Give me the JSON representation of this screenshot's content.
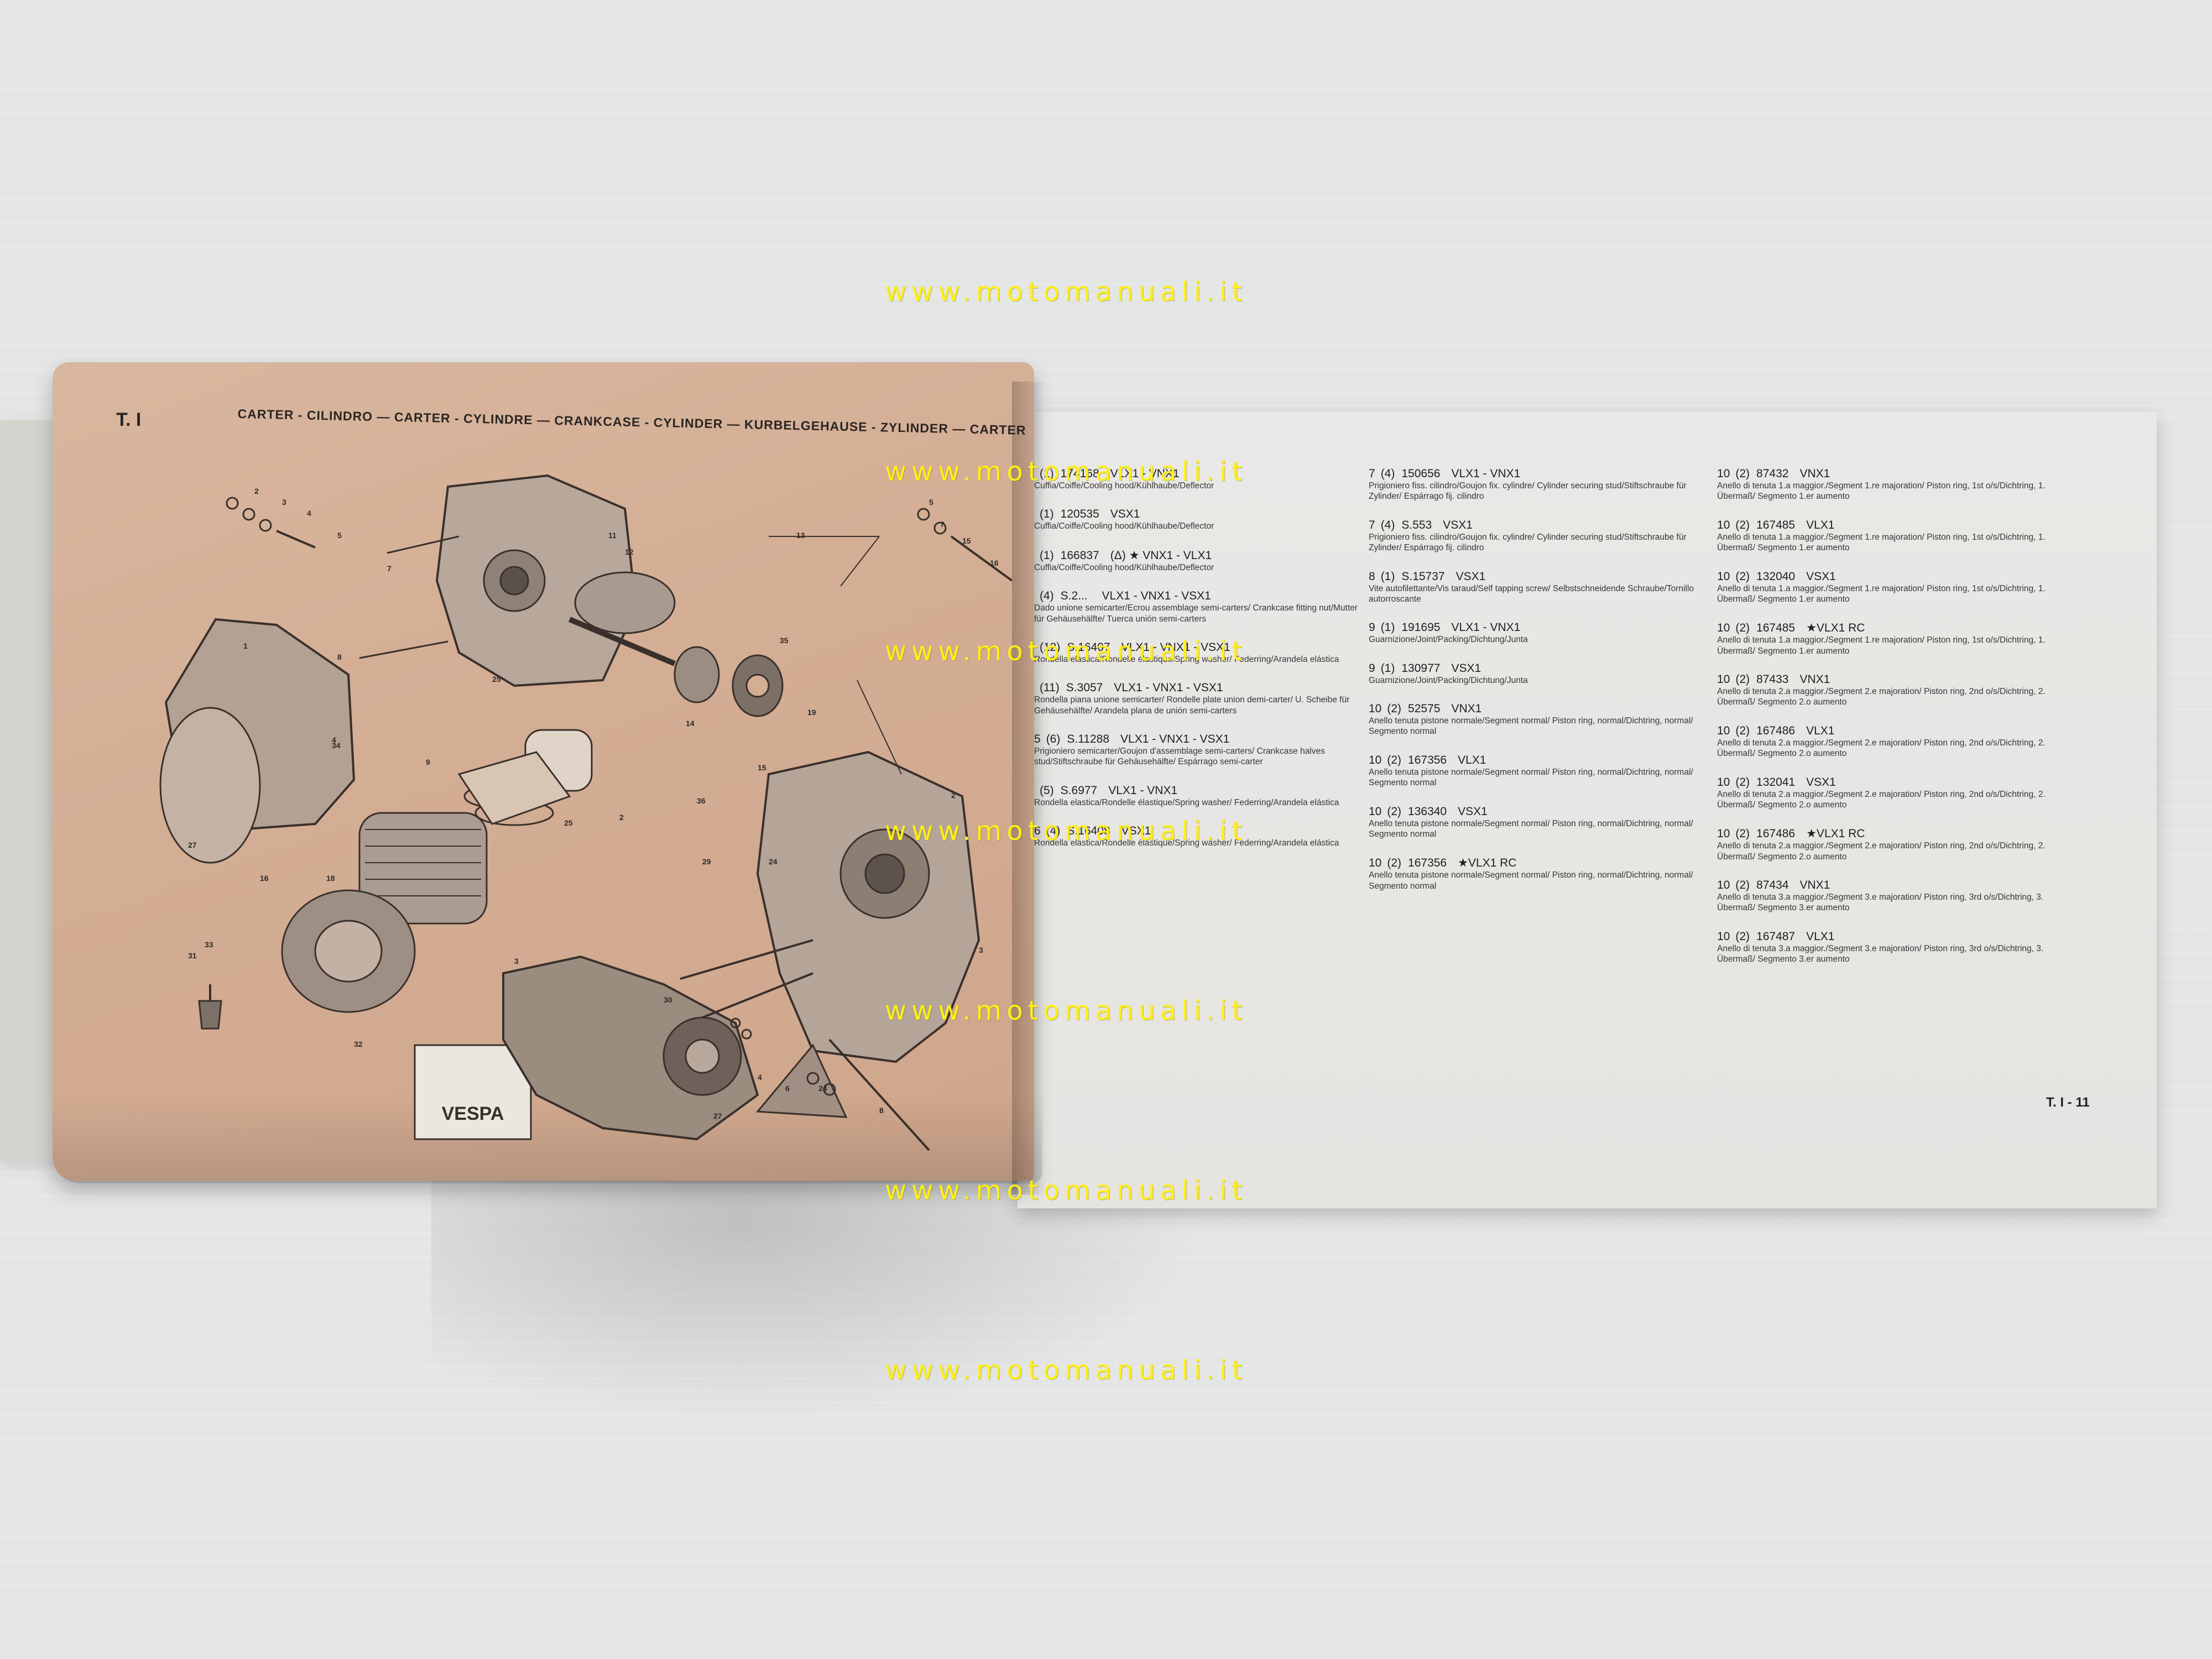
{
  "left_page": {
    "section_code": "T. I",
    "section_title": "CARTER - CILINDRO — CARTER - CYLINDRE — CRANKCASE - CYLINDER — KURBELGEHAUSE - ZYLINDER — CARTER - CILINDRO",
    "callouts": [
      "1",
      "2",
      "3",
      "4",
      "5",
      "7",
      "8",
      "9",
      "11",
      "12",
      "13",
      "14",
      "15",
      "16",
      "18",
      "19",
      "24",
      "25",
      "25",
      "27",
      "29",
      "30",
      "31",
      "32",
      "33",
      "34",
      "35",
      "36",
      "2",
      "3",
      "4",
      "5",
      "7",
      "15",
      "16",
      "2",
      "3",
      "4",
      "6",
      "24",
      "8",
      "27"
    ],
    "gasket_pack_text": "VESPA"
  },
  "right_page": {
    "page_number": "T. I - 11",
    "columns": [
      [
        {
          "ref": "",
          "qty": "(1)",
          "part": "174168",
          "models": "VLX1 - VNX1",
          "desc": "Cuffia/Coiffe/Cooling hood/Kühlhaube/Deflector"
        },
        {
          "ref": "",
          "qty": "(1)",
          "part": "120535",
          "models": "VSX1",
          "desc": "Cuffia/Coiffe/Cooling hood/Kühlhaube/Deflector"
        },
        {
          "ref": "",
          "qty": "(1)",
          "part": "166837",
          "models": "(Δ) ★ VNX1 - VLX1",
          "desc": "Cuffia/Coiffe/Cooling hood/Kühlhaube/Deflector"
        },
        {
          "ref": "",
          "qty": "(4)",
          "part": "S.2... ",
          "models": "VLX1 - VNX1 - VSX1",
          "desc": "Dado unione semicarter/Ecrou assemblage semi-carters/ Crankcase fitting nut/Mutter für Gehäusehälfte/ Tuerca unión semi-carters"
        },
        {
          "ref": "",
          "qty": "(12)",
          "part": "S.16407",
          "models": "VLX1 - VNX1 - VSX1",
          "desc": "Rondella elastica/Rondelle élastique/Spring washer/ Federring/Arandela elástica"
        },
        {
          "ref": "",
          "qty": "(11)",
          "part": "S.3057",
          "models": "VLX1 - VNX1 - VSX1",
          "desc": "Rondella piana unione semicarter/ Rondelle plate union demi-carter/ U. Scheibe für Gehäusehälfte/ Arandela plana de unión semi-carters"
        },
        {
          "ref": "5",
          "qty": "(6)",
          "part": "S.11288",
          "models": "VLX1 - VNX1 - VSX1",
          "desc": "Prigioniero semicarter/Goujon d'assemblage semi-carters/ Crankcase halves stud/Stiftschraube für Gehäusehälfte/ Espárrago semi-carter"
        },
        {
          "ref": "",
          "qty": "(5)",
          "part": "S.6977",
          "models": "VLX1 - VNX1",
          "desc": "Rondella elastica/Rondelle élastique/Spring washer/ Federring/Arandela elástica"
        },
        {
          "ref": "6",
          "qty": "(4)",
          "part": "S.16408",
          "models": "VSX1",
          "desc": "Rondella elastica/Rondelle élastique/Spring washer/ Federring/Arandela elástica"
        }
      ],
      [
        {
          "ref": "7",
          "qty": "(4)",
          "part": "150656",
          "models": "VLX1 - VNX1",
          "desc": "Prigioniero fiss. cilindro/Goujon fix. cylindre/ Cylinder securing stud/Stiftschraube für Zylinder/ Espárrago fij. cilindro"
        },
        {
          "ref": "7",
          "qty": "(4)",
          "part": "S.553",
          "models": "VSX1",
          "desc": "Prigioniero fiss. cilindro/Goujon fix. cylindre/ Cylinder securing stud/Stiftschraube für Zylinder/ Espárrago fij. cilindro"
        },
        {
          "ref": "8",
          "qty": "(1)",
          "part": "S.15737",
          "models": "VSX1",
          "desc": "Vite autofilettante/Vis taraud/Self tapping screw/ Selbstschneidende Schraube/Tornillo autorroscante"
        },
        {
          "ref": "9",
          "qty": "(1)",
          "part": "191695",
          "models": "VLX1 - VNX1",
          "desc": "Guarnizione/Joint/Packing/Dichtung/Junta"
        },
        {
          "ref": "9",
          "qty": "(1)",
          "part": "130977",
          "models": "VSX1",
          "desc": "Guarnizione/Joint/Packing/Dichtung/Junta"
        },
        {
          "ref": "10",
          "qty": "(2)",
          "part": "52575",
          "models": "VNX1",
          "desc": "Anello tenuta pistone normale/Segment normal/ Piston ring, normal/Dichtring, normal/ Segmento normal"
        },
        {
          "ref": "10",
          "qty": "(2)",
          "part": "167356",
          "models": "VLX1",
          "desc": "Anello tenuta pistone normale/Segment normal/ Piston ring, normal/Dichtring, normal/ Segmento normal"
        },
        {
          "ref": "10",
          "qty": "(2)",
          "part": "136340",
          "models": "VSX1",
          "desc": "Anello tenuta pistone normale/Segment normal/ Piston ring, normal/Dichtring, normal/ Segmento normal"
        },
        {
          "ref": "10",
          "qty": "(2)",
          "part": "167356",
          "models": "★VLX1 RC",
          "desc": "Anello tenuta pistone normale/Segment normal/ Piston ring, normal/Dichtring, normal/ Segmento normal"
        }
      ],
      [
        {
          "ref": "10",
          "qty": "(2)",
          "part": "87432",
          "models": "VNX1",
          "desc": "Anello di tenuta 1.a maggior./Segment 1.re majoration/ Piston ring, 1st o/s/Dichtring, 1. Übermaß/ Segmento 1.er aumento"
        },
        {
          "ref": "10",
          "qty": "(2)",
          "part": "167485",
          "models": "VLX1",
          "desc": "Anello di tenuta 1.a maggior./Segment 1.re majoration/ Piston ring, 1st o/s/Dichtring, 1. Übermaß/ Segmento 1.er aumento"
        },
        {
          "ref": "10",
          "qty": "(2)",
          "part": "132040",
          "models": "VSX1",
          "desc": "Anello di tenuta 1.a maggior./Segment 1.re majoration/ Piston ring, 1st o/s/Dichtring, 1. Übermaß/ Segmento 1.er aumento"
        },
        {
          "ref": "10",
          "qty": "(2)",
          "part": "167485",
          "models": "★VLX1 RC",
          "desc": "Anello di tenuta 1.a maggior./Segment 1.re majoration/ Piston ring, 1st o/s/Dichtring, 1. Übermaß/ Segmento 1.er aumento"
        },
        {
          "ref": "10",
          "qty": "(2)",
          "part": "87433",
          "models": "VNX1",
          "desc": "Anello di tenuta 2.a maggior./Segment 2.e majoration/ Piston ring, 2nd o/s/Dichtring, 2. Übermaß/ Segmento 2.o aumento"
        },
        {
          "ref": "10",
          "qty": "(2)",
          "part": "167486",
          "models": "VLX1",
          "desc": "Anello di tenuta 2.a maggior./Segment 2.e majoration/ Piston ring, 2nd o/s/Dichtring, 2. Übermaß/ Segmento 2.o aumento"
        },
        {
          "ref": "10",
          "qty": "(2)",
          "part": "132041",
          "models": "VSX1",
          "desc": "Anello di tenuta 2.a maggior./Segment 2.e majoration/ Piston ring, 2nd o/s/Dichtring, 2. Übermaß/ Segmento 2.o aumento"
        },
        {
          "ref": "10",
          "qty": "(2)",
          "part": "167486",
          "models": "★VLX1 RC",
          "desc": "Anello di tenuta 2.a maggior./Segment 2.e majoration/ Piston ring, 2nd o/s/Dichtring, 2. Übermaß/ Segmento 2.o aumento"
        },
        {
          "ref": "10",
          "qty": "(2)",
          "part": "87434",
          "models": "VNX1",
          "desc": "Anello di tenuta 3.a maggior./Segment 3.e majoration/ Piston ring, 3rd o/s/Dichtring, 3. Übermaß/ Segmento 3.er aumento"
        },
        {
          "ref": "10",
          "qty": "(2)",
          "part": "167487",
          "models": "VLX1",
          "desc": "Anello di tenuta 3.a maggior./Segment 3.e majoration/ Piston ring, 3rd o/s/Dichtring, 3. Übermaß/ Segmento 3.er aumento"
        }
      ]
    ]
  },
  "watermark": "www.motomanuali.it",
  "colors": {
    "background": "#e4e6e6",
    "left_page": "#d3ad94",
    "right_page": "#e7e6e3",
    "watermark": "#ffef16",
    "ink": "#2a2522"
  }
}
